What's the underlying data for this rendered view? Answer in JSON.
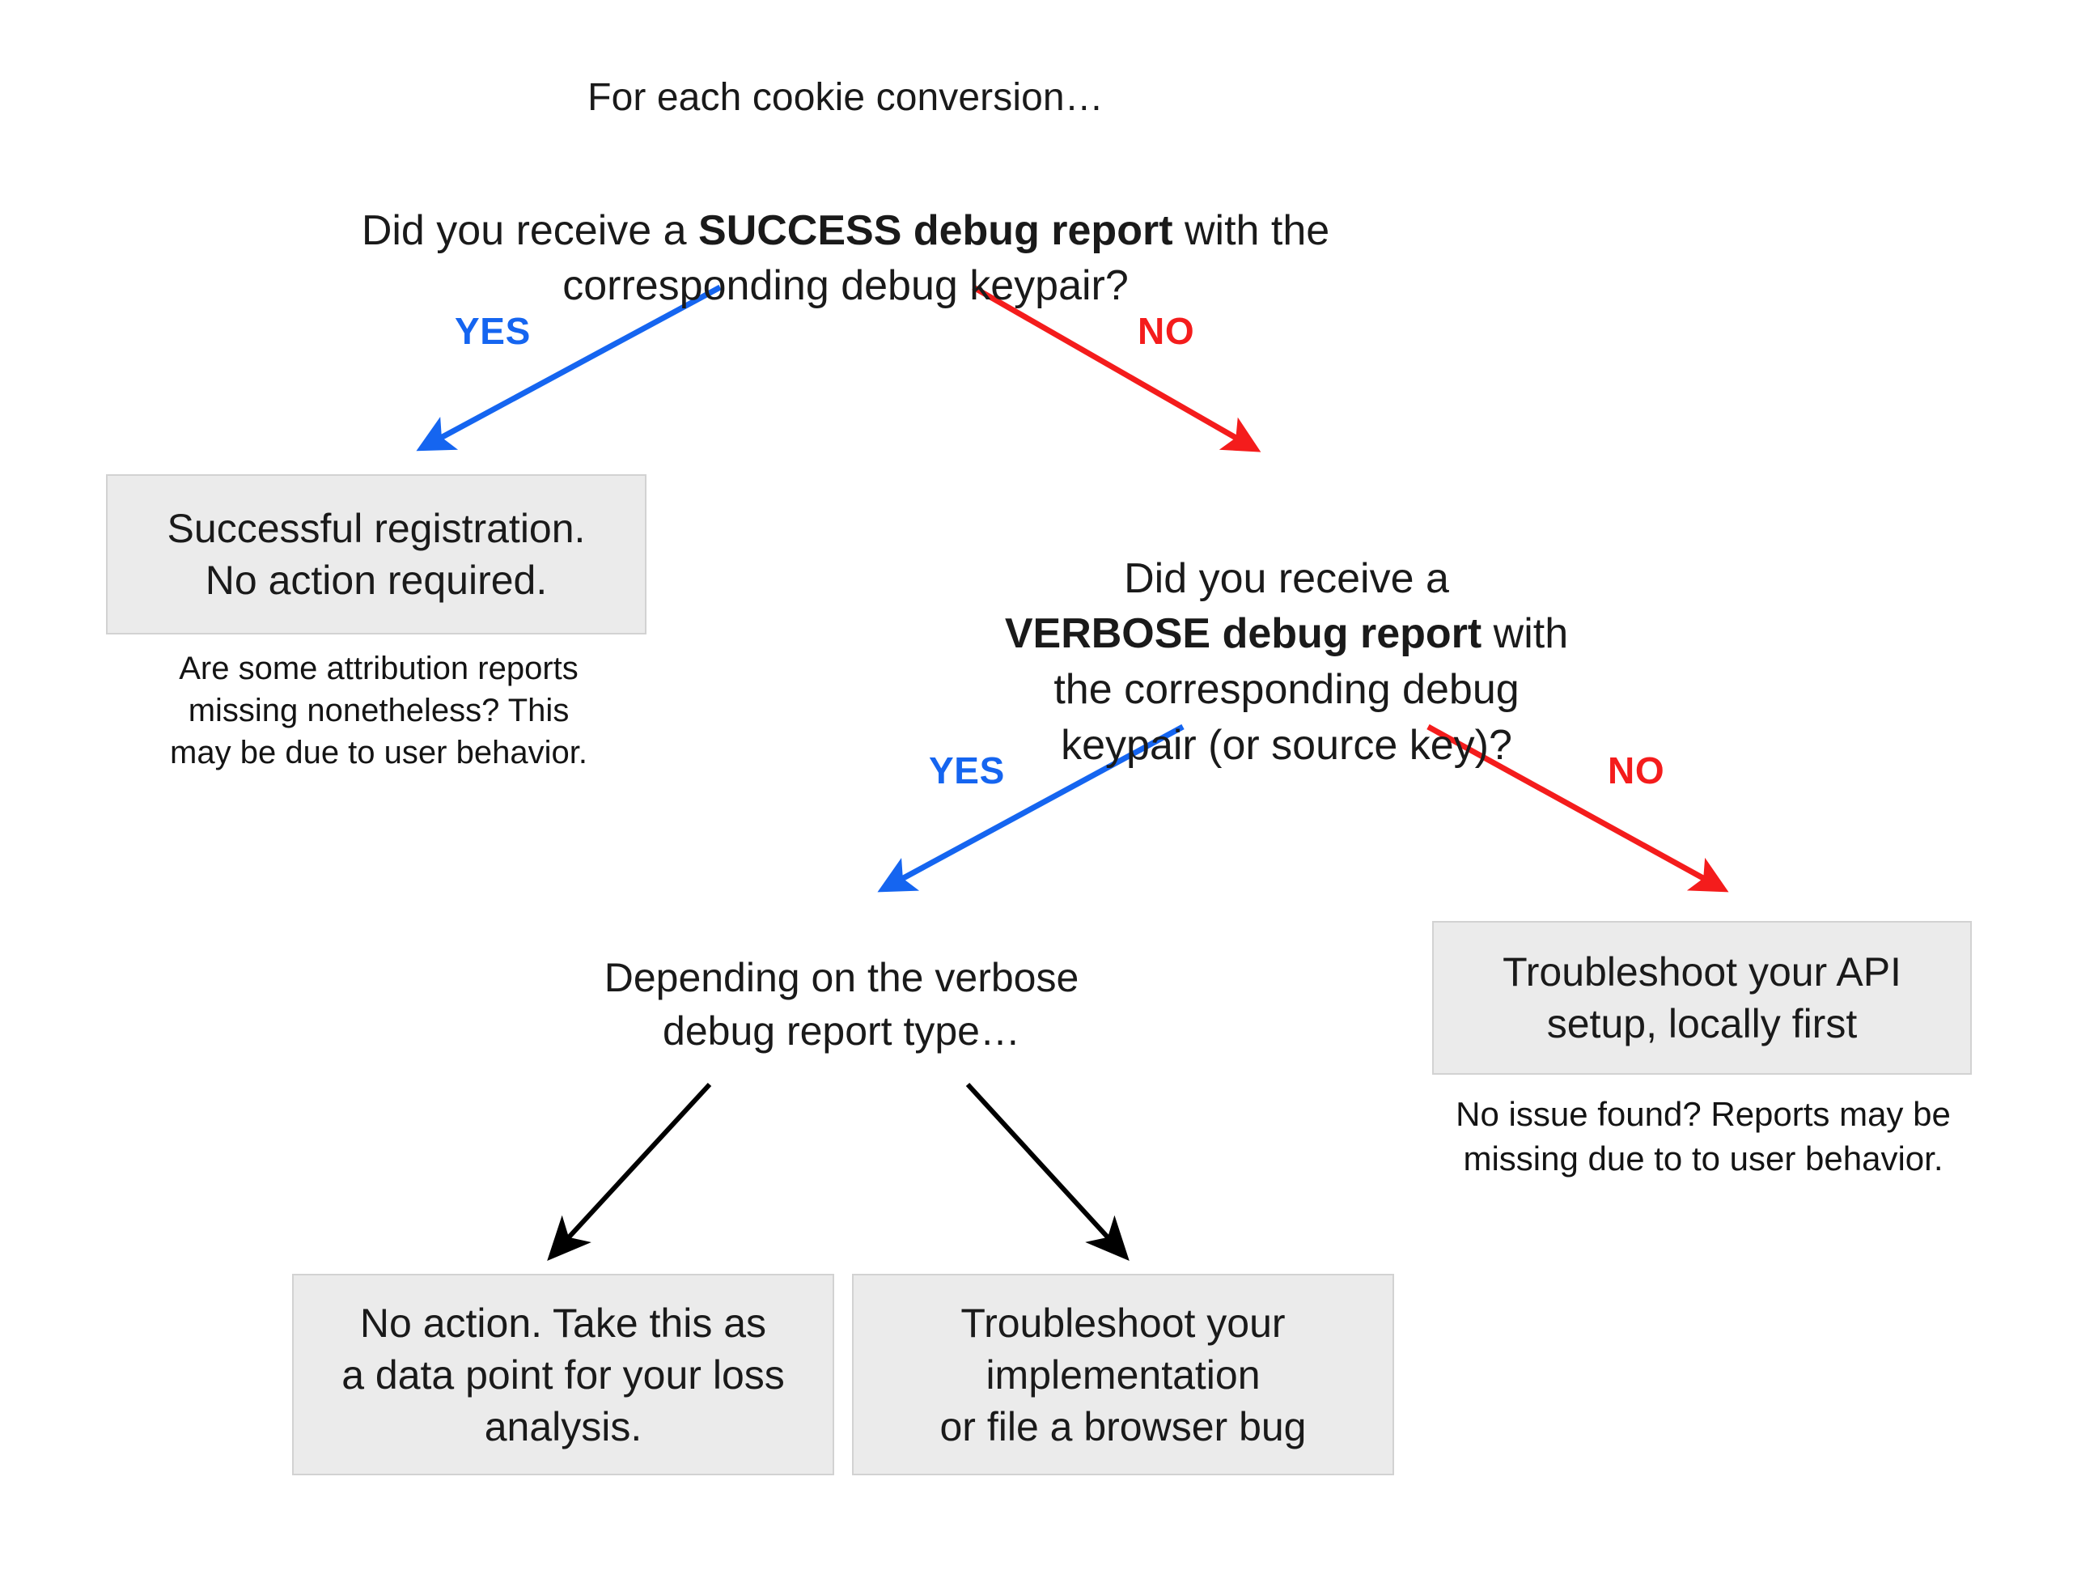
{
  "diagram": {
    "title": "For each cookie conversion…",
    "background": "#ffffff",
    "box_fill": "#ebebeb",
    "box_border": "#d2d2d2",
    "yes_color": "#1565f0",
    "no_color": "#f41c1c",
    "neutral_color": "#000000"
  },
  "nodes": {
    "intro": "For each cookie conversion…",
    "q1": {
      "part1": "Did you receive a ",
      "strong": "SUCCESS debug report",
      "part2": " with the\ncorresponding debug keypair?"
    },
    "q2": {
      "part1": "Did you receive a\n",
      "strong": "VERBOSE debug report",
      "part2": " with\nthe corresponding debug\nkeypair (or source key)?"
    },
    "success_box": "Successful registration.\nNo action required.",
    "success_note": "Are some attribution reports\nmissing nonetheless? This\nmay be due to user behavior.",
    "verbose_split": "Depending on the verbose\ndebug report type…",
    "api_box": "Troubleshoot your API\nsetup, locally first",
    "api_note": "No issue found? Reports may be\nmissing due to to user behavior.",
    "leaf_left": "No action. Take this as\na data point for your loss\nanalysis.",
    "leaf_right": "Troubleshoot your\nimplementation\nor file a browser bug"
  },
  "edges": {
    "yes1": "YES",
    "no1": "NO",
    "yes2": "YES",
    "no2": "NO"
  }
}
